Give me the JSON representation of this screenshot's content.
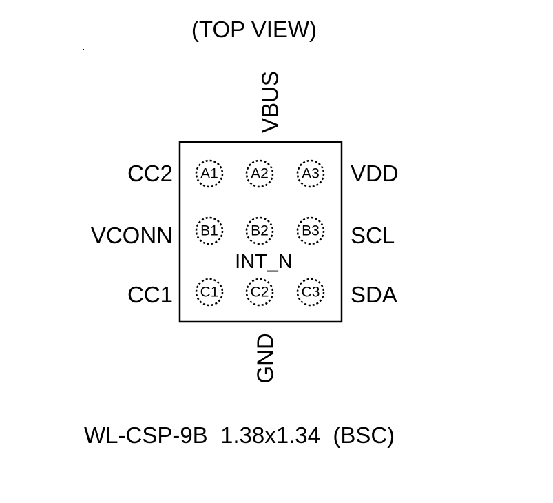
{
  "title": "(TOP VIEW)",
  "package": "WL-CSP-9B  1.38x1.34  (BSC)",
  "pins": {
    "A1": "A1",
    "A2": "A2",
    "A3": "A3",
    "B1": "B1",
    "B2": "B2",
    "B3": "B3",
    "C1": "C1",
    "C2": "C2",
    "C3": "C3"
  },
  "signals": {
    "top": "VBUS",
    "bottom": "GND",
    "left_row_a": "CC2",
    "left_row_b": "VCONN",
    "left_row_c": "CC1",
    "right_row_a": "VDD",
    "right_row_b": "SCL",
    "right_row_c": "SDA",
    "center": "INT_N"
  }
}
